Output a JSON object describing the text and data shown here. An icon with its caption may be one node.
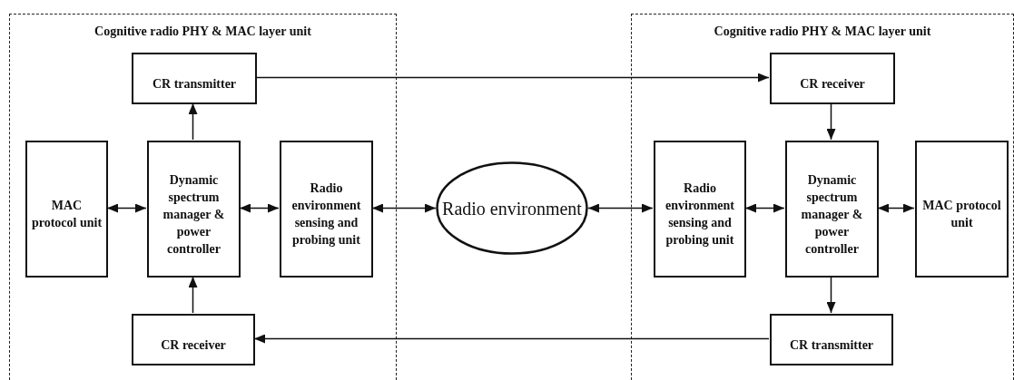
{
  "diagram": {
    "nodes": [
      {
        "text": [
          "Cognitive radio PHY & MAC layer unit"
        ]
      },
      {
        "text": [
          "CR transmitter"
        ],
        "in": 0
      },
      {
        "text": [
          "MAC protocol unit"
        ],
        "in": 0
      },
      {
        "text": [
          "Dynamic spectrum manager & power controller"
        ],
        "in": 0
      },
      {
        "text": [
          "Radio environment sensing and probing unit"
        ],
        "in": 0
      },
      {
        "text": [
          "CR receiver"
        ],
        "in": 0
      },
      {
        "text": [
          "Radio environment"
        ]
      },
      {
        "text": [
          "Cognitive radio PHY & MAC layer unit"
        ]
      },
      {
        "text": [
          "CR receiver"
        ],
        "in": 7
      },
      {
        "text": [
          "Radio environment sensing and probing unit"
        ],
        "in": 7
      },
      {
        "text": [
          "Dynamic spectrum manager & power controller"
        ],
        "in": 7
      },
      {
        "text": [
          "MAC protocol unit"
        ],
        "in": 7
      },
      {
        "text": [
          "CR transmitter"
        ],
        "in": 7
      }
    ],
    "edges": [
      {
        "from": 3,
        "to": 1,
        "arrow": "to"
      },
      {
        "from": 5,
        "to": 3,
        "arrow": "to"
      },
      {
        "from": 2,
        "to": 3,
        "arrow": "both"
      },
      {
        "from": 3,
        "to": 4,
        "arrow": "both"
      },
      {
        "from": 4,
        "to": 6,
        "arrow": "both"
      },
      {
        "from": 6,
        "to": 9,
        "arrow": "both"
      },
      {
        "from": 9,
        "to": 10,
        "arrow": "both"
      },
      {
        "from": 10,
        "to": 11,
        "arrow": "both"
      },
      {
        "from": 8,
        "to": 10,
        "arrow": "to"
      },
      {
        "from": 10,
        "to": 12,
        "arrow": "to"
      },
      {
        "from": 1,
        "to": 8,
        "arrow": "to"
      },
      {
        "from": 12,
        "to": 5,
        "arrow": "to"
      }
    ]
  }
}
